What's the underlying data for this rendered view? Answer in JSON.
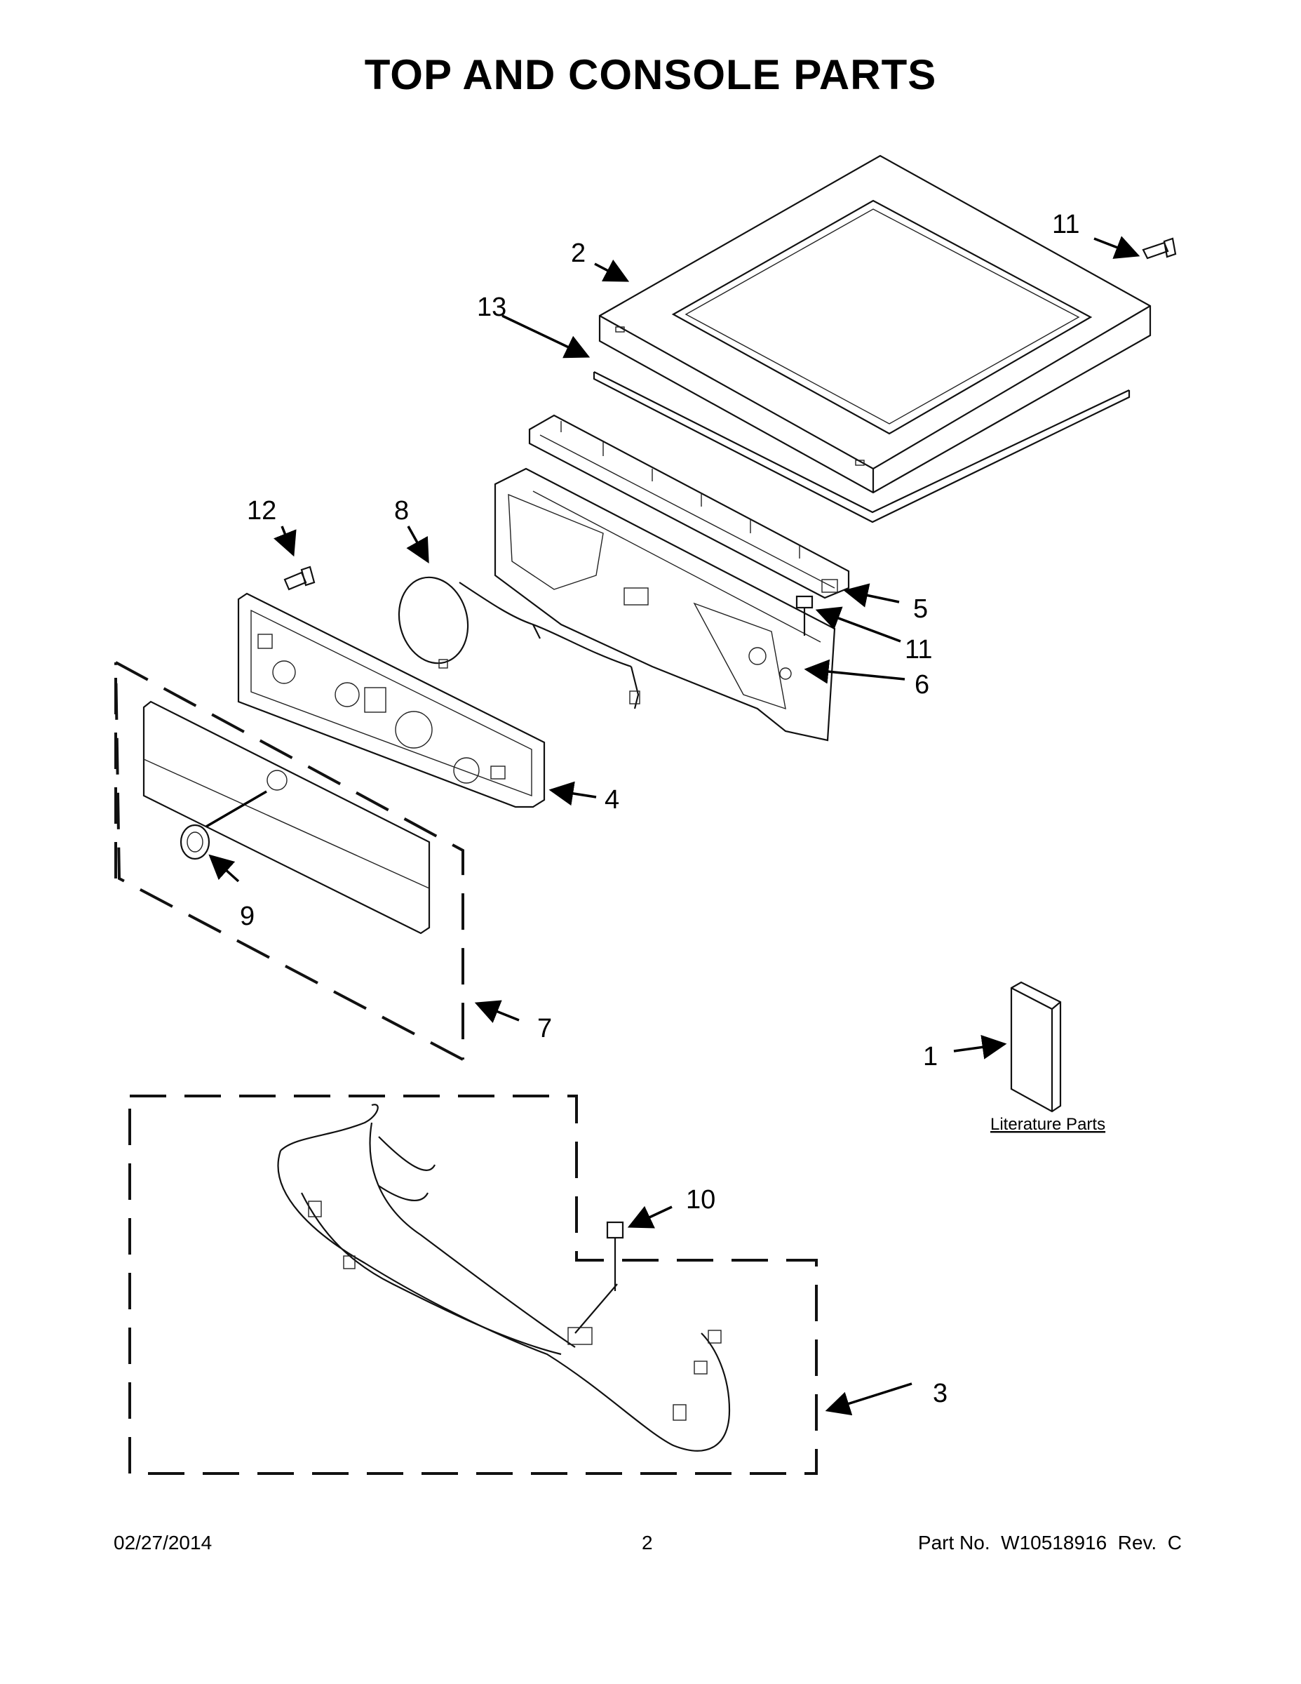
{
  "header": {
    "title": "TOP AND CONSOLE PARTS"
  },
  "callouts": {
    "c1": "1",
    "c2": "2",
    "c3": "3",
    "c4": "4",
    "c5": "5",
    "c6": "6",
    "c7": "7",
    "c8": "8",
    "c9": "9",
    "c10": "10",
    "c11a": "11",
    "c11b": "11",
    "c12": "12",
    "c13": "13"
  },
  "literature_label": "Literature Parts",
  "footer": {
    "date": "02/27/2014",
    "page": "2",
    "part_number": "Part No.  W10518916  Rev.  C"
  }
}
